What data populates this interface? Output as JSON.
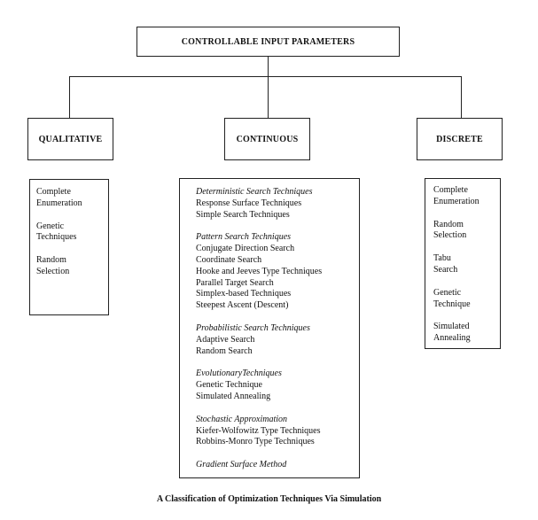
{
  "root": {
    "title": "CONTROLLABLE INPUT PARAMETERS"
  },
  "categories": {
    "qualitative": "QUALITATIVE",
    "continuous": "CONTINUOUS",
    "discrete": "DISCRETE"
  },
  "qualitative_items": [
    "Complete",
    "Enumeration",
    "Genetic",
    "Techniques",
    "Random",
    "Selection"
  ],
  "continuous_groups": [
    {
      "title": "Deterministic Search Techniques",
      "items": [
        "Response Surface Techniques",
        "Simple Search Techniques"
      ]
    },
    {
      "title": "Pattern Search Techniques",
      "items": [
        "Conjugate Direction Search",
        "Coordinate Search",
        "Hooke and Jeeves Type Techniques",
        "Parallel Target Search",
        "Simplex-based Techniques",
        "Steepest Ascent (Descent)"
      ]
    },
    {
      "title": "Probabilistic Search Techniques",
      "items": [
        "Adaptive Search",
        "Random Search"
      ]
    },
    {
      "title": "EvolutionaryTechniques",
      "items": [
        "Genetic Technique",
        "Simulated Annealing"
      ]
    },
    {
      "title": "Stochastic Approximation",
      "items": [
        "Kiefer-Wolfowitz Type Techniques",
        "Robbins-Monro Type Techniques"
      ]
    },
    {
      "title": "Gradient Surface Method",
      "items": []
    }
  ],
  "discrete_items": [
    "Complete",
    "Enumeration",
    "Random",
    "Selection",
    "Tabu",
    "Search",
    "Genetic",
    "Technique",
    "Simulated",
    "Annealing"
  ],
  "caption": "A Classification of Optimization Techniques Via Simulation"
}
